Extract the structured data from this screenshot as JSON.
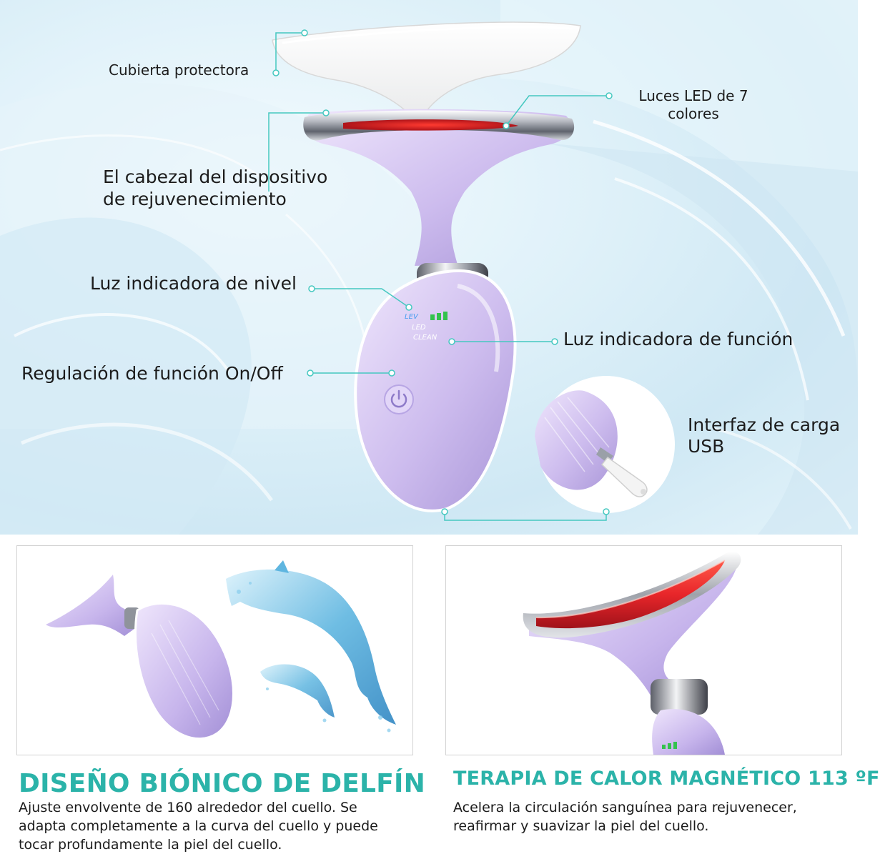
{
  "labels": {
    "cover": "Cubierta protectora",
    "led_line1": "Luces LED de 7",
    "led_line2": "colores",
    "head_line1": "El cabezal del dispositivo",
    "head_line2": "de rejuvenecimiento",
    "level_light": "Luz indicadora de nivel",
    "function_light": "Luz indicadora de función",
    "power": "Regulación de función On/Off",
    "usb_line1": "Interfaz de carga",
    "usb_line2": "USB"
  },
  "device_text": {
    "lev": "LEV",
    "led": "LED",
    "clean": "CLEAN"
  },
  "features": [
    {
      "title": "DISEÑO BIÓNICO DE DELFÍN",
      "desc_line1": "Ajuste envolvente de 160 alrededor del cuello. Se",
      "desc_line2": "adapta completamente a la curva del cuello y puede",
      "desc_line3": "tocar profundamente la piel del cuello."
    },
    {
      "title": "TERAPIA DE CALOR MAGNÉTICO 113 ºF",
      "desc_line1": "Acelera la circulación sanguínea para rejuvenecer,",
      "desc_line2": "reafirmar y suavizar la piel del cuello."
    }
  ],
  "colors": {
    "accent_teal": "#2bb3a9",
    "device_lavender": "#c9b8eb",
    "led_red": "#e8262a",
    "leader_line": "#45c8c0"
  },
  "icons": [
    "power-icon",
    "usb-cable-icon",
    "dolphin-icon"
  ]
}
